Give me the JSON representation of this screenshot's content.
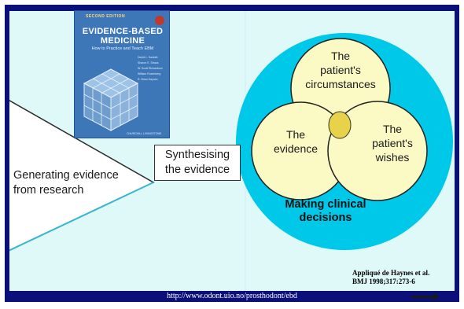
{
  "book_cover": {
    "edition": "SECOND EDITION",
    "title_line1": "EVIDENCE-BASED",
    "title_line2": "MEDICINE",
    "subtitle": "How to Practice and Teach EBM",
    "authors": [
      "David L. Sackett",
      "Sharon E. Straus",
      "W. Scott Richardson",
      "William Rosenberg",
      "R. Brian Haynes"
    ],
    "publisher": "CHURCHILL LIVINGSTONE"
  },
  "diagram": {
    "generating_label_line1": "Generating evidence",
    "generating_label_line2": "from research",
    "synthesising_line1": "Synthesising",
    "synthesising_line2": "the evidence",
    "circle_top_line1": "The",
    "circle_top_line2": "patient's",
    "circle_top_line3": "circumstances",
    "circle_left_line1": "The",
    "circle_left_line2": "evidence",
    "circle_right_line1": "The",
    "circle_right_line2": "patient's",
    "circle_right_line3": "wishes",
    "decision_line1": "Making clinical",
    "decision_line2": "decisions"
  },
  "citation": {
    "line1": "Appliqué de Haynes et al.",
    "line2": "BMJ 1998;317:273-6"
  },
  "footer": {
    "url": "http://www.odont.uio.no/prosthodont/ebd"
  },
  "colors": {
    "frame_navy": "#0a0f7a",
    "slide_bg": "#dff8f8",
    "big_circle": "#00c8e8",
    "venn_fill": "#fbf9c4",
    "venn_overlap": "#e8d24a",
    "triangle_edge": "#39b7d0"
  }
}
